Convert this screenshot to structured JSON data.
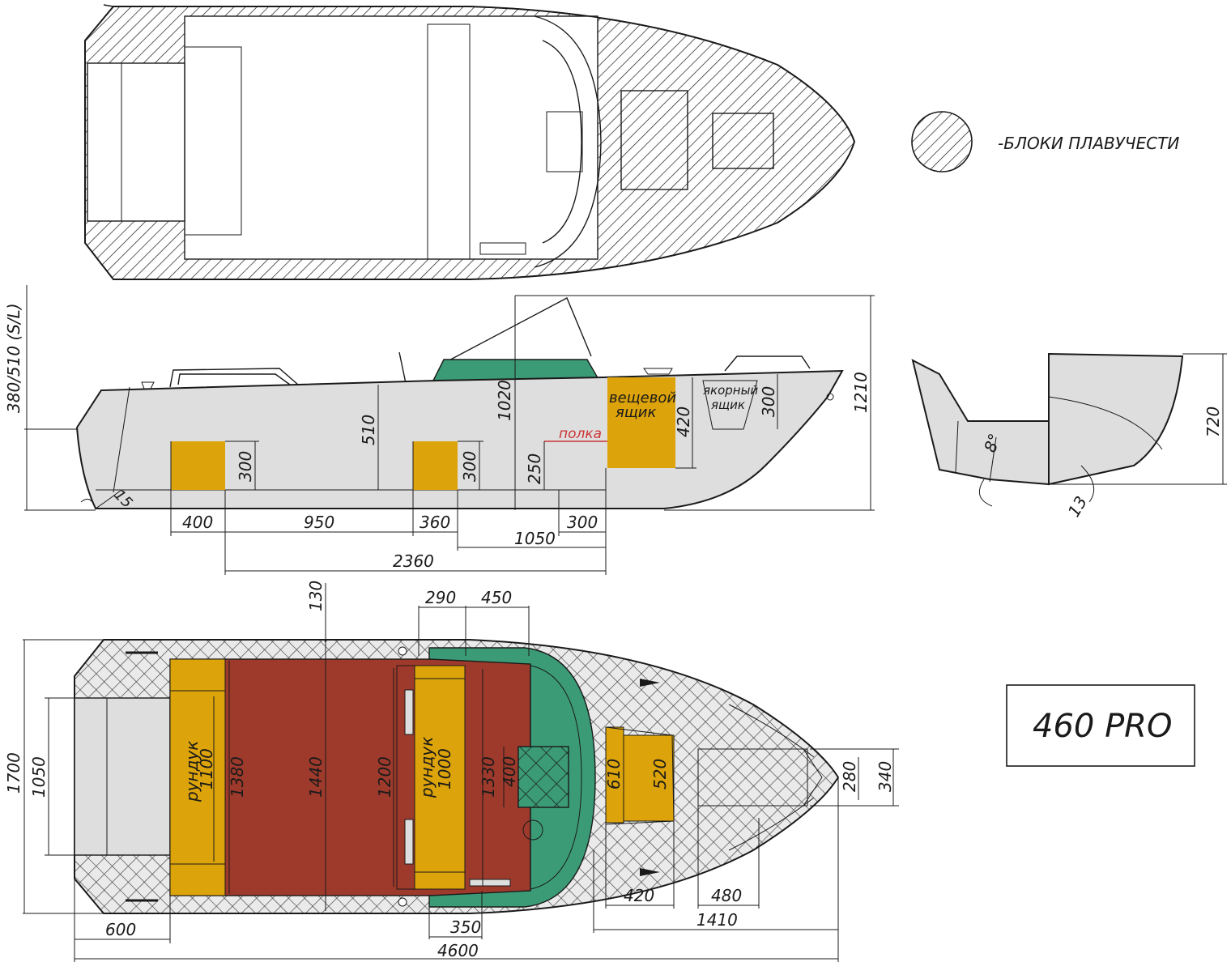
{
  "legend": {
    "label": "-БЛОКИ ПЛАВУЧЕСТИ"
  },
  "model": {
    "name": "460 PRO"
  },
  "side_view": {
    "transom_height": "380/510 (S/L)",
    "overall_height": "1210",
    "windshield_height": "1020",
    "seat_height": "510",
    "aft_box_height": "300",
    "mid_box_height": "300",
    "shelf_height": "250",
    "gear_box_height": "420",
    "anchor_box_height": "300",
    "gear_box_label_1": "вещевой",
    "gear_box_label_2": "ящик",
    "anchor_box_label_1": "якорный",
    "anchor_box_label_2": "ящик",
    "shelf_label": "полка",
    "transom_angle": "15",
    "dims": {
      "d400": "400",
      "d950": "950",
      "d360": "360",
      "d1050": "1050",
      "d300": "300",
      "d2360": "2360"
    }
  },
  "section_view": {
    "height": "720",
    "angle_8": "8°",
    "angle_13": "13"
  },
  "plan_view": {
    "beam": "1700",
    "transom_width": "1050",
    "d130": "130",
    "d290": "290",
    "d450": "450",
    "aft_box_label": "рундук",
    "aft_box_size": "1100",
    "mid_box_label": "рундук",
    "mid_box_size": "1000",
    "w1380": "1380",
    "w1440": "1440",
    "w1200": "1200",
    "w1330": "1330",
    "w400": "400",
    "w610": "610",
    "w520": "520",
    "w280": "280",
    "w340": "340",
    "d600": "600",
    "d350": "350",
    "d420": "420",
    "d480": "480",
    "d1410": "1410",
    "d4600": "4600"
  },
  "colors": {
    "yellow": "#dca30a",
    "red": "#9e3a2c",
    "green": "#3b9b77",
    "hull_fill": "#dedede",
    "grid_fill": "#eaeaea"
  }
}
